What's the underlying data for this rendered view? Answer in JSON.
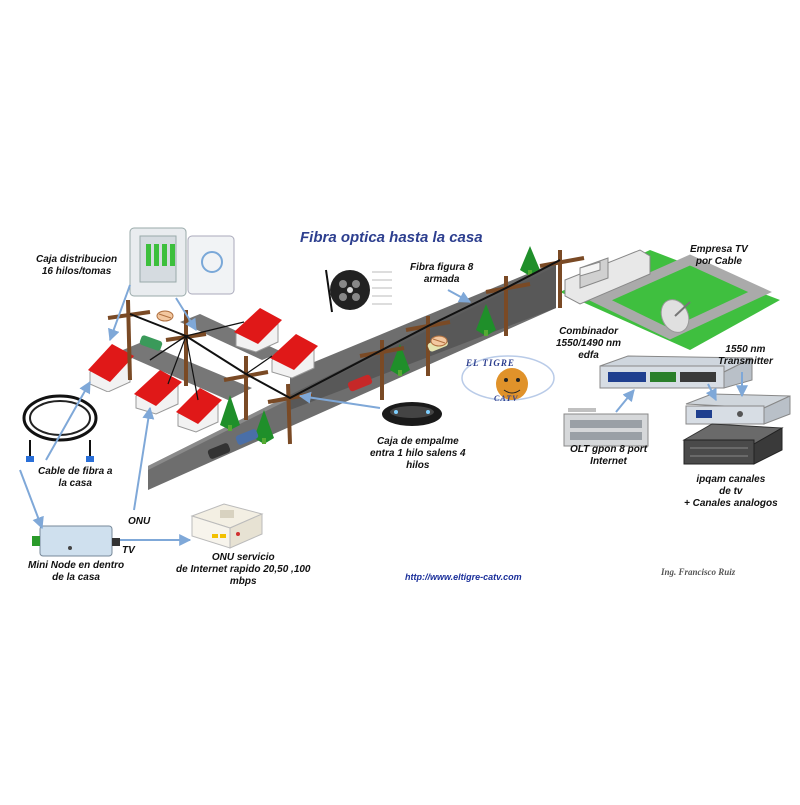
{
  "title": "Fibra optica hasta la casa",
  "labels": {
    "caja_distribucion_1": "Caja distribucion",
    "caja_distribucion_2": "16 hilos/tomas",
    "fibra_figura_1": "Fibra figura 8",
    "fibra_figura_2": "armada",
    "empresa_1": "Empresa TV",
    "empresa_2": "por Cable",
    "combinador_1": "Combinador",
    "combinador_2": "1550/1490 nm",
    "combinador_3": "edfa",
    "transmitter_1": "1550 nm",
    "transmitter_2": "Transmitter",
    "cable_fibra_1": "Cable de fibra a",
    "cable_fibra_2": "la casa",
    "caja_empalme_1": "Caja de empalme",
    "caja_empalme_2": "entra 1 hilo salens 4",
    "caja_empalme_3": "hilos",
    "olt_1": "OLT gpon 8 port",
    "olt_2": "Internet",
    "ipqam_1": "ipqam canales",
    "ipqam_2": "de tv",
    "ipqam_3": "+ Canales analogos",
    "onu": "ONU",
    "tv": "TV",
    "mini_node_1": "Mini Node en dentro",
    "mini_node_2": "de la casa",
    "onu_servicio_1": "ONU servicio",
    "onu_servicio_2": "de Internet rapido 20,50 ,100",
    "onu_servicio_3": "mbps"
  },
  "url": "http://www.eltigre-catv.com",
  "author": "Ing. Francisco Ruiz",
  "logo": {
    "top": "EL TIGRE",
    "bottom": "CATV"
  },
  "colors": {
    "title": "#2d3f8f",
    "road": "#6e6e6e",
    "roof": "#e01818",
    "grass": "#3fbf3f",
    "tree": "#1f8f2a",
    "arrow": "#7fa8d8",
    "pole": "#7a4a25",
    "fence": "#555555"
  }
}
